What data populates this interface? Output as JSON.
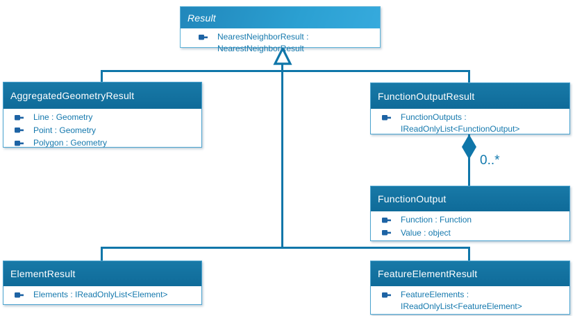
{
  "diagram": {
    "kind": "uml-class-diagram",
    "classes": [
      {
        "name": "Result",
        "properties": [
          "NearestNeighborResult : NearestNeighborResult"
        ]
      },
      {
        "name": "AggregatedGeometryResult",
        "properties": [
          "Line : Geometry",
          "Point : Geometry",
          "Polygon : Geometry"
        ]
      },
      {
        "name": "FunctionOutputResult",
        "properties": [
          "FunctionOutputs : IReadOnlyList<FunctionOutput>"
        ]
      },
      {
        "name": "FunctionOutput",
        "properties": [
          "Function : Function",
          "Value : object"
        ]
      },
      {
        "name": "ElementResult",
        "properties": [
          "Elements : IReadOnlyList<Element>"
        ]
      },
      {
        "name": "FeatureElementResult",
        "properties": [
          "FeatureElements : IReadOnlyList<FeatureElement>"
        ]
      }
    ],
    "relationships": {
      "inheritance_parent": "Result",
      "inheritance_children": [
        "AggregatedGeometryResult",
        "FunctionOutputResult",
        "ElementResult",
        "FeatureElementResult"
      ],
      "composition_owner": "FunctionOutputResult",
      "composition_part": "FunctionOutput",
      "composition_multiplicity": "0..*"
    },
    "colors": {
      "header_blue": "#106c9b",
      "result_header_start": "#2187bb",
      "result_header_end": "#36aadd",
      "connector": "#0f76a9",
      "property_text": "#1478ad",
      "box_border": "#4aa3cf"
    }
  }
}
